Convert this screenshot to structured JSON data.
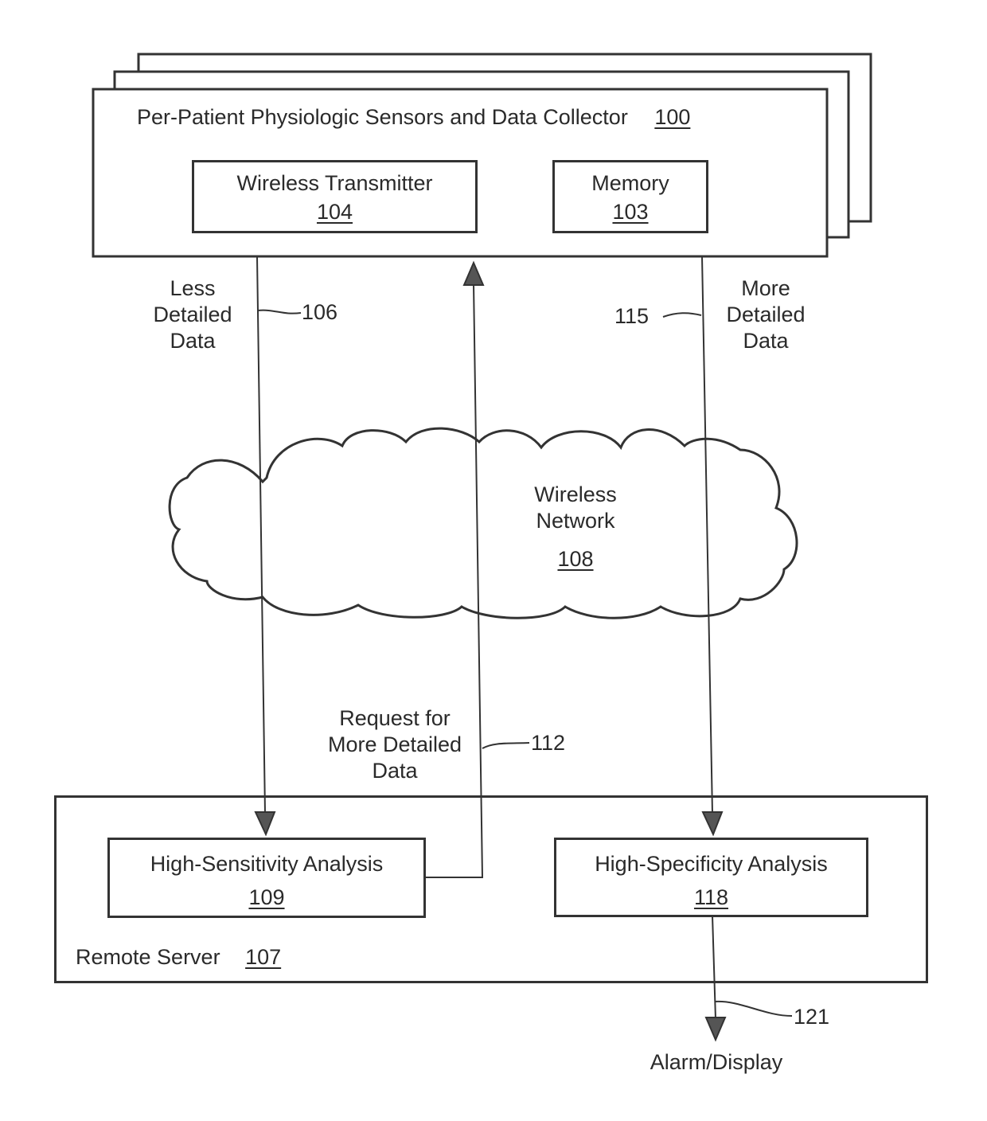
{
  "collector": {
    "title": "Per-Patient Physiologic Sensors and Data Collector",
    "ref": "100",
    "transmitter": {
      "label": "Wireless Transmitter",
      "ref": "104"
    },
    "memory": {
      "label": "Memory",
      "ref": "103"
    }
  },
  "flows": {
    "less_detailed": {
      "lines": [
        "Less",
        "Detailed",
        "Data"
      ],
      "ref": "106"
    },
    "more_detailed": {
      "lines": [
        "More",
        "Detailed",
        "Data"
      ],
      "ref": "115"
    },
    "request": {
      "lines": [
        "Request for",
        "More Detailed",
        "Data"
      ],
      "ref": "112"
    },
    "output": {
      "label": "Alarm/Display",
      "ref": "121"
    }
  },
  "network": {
    "lines": [
      "Wireless",
      "Network"
    ],
    "ref": "108"
  },
  "server": {
    "label": "Remote Server",
    "ref": "107",
    "sensitivity": {
      "label": "High-Sensitivity Analysis",
      "ref": "109"
    },
    "specificity": {
      "label": "High-Specificity Analysis",
      "ref": "118"
    }
  }
}
